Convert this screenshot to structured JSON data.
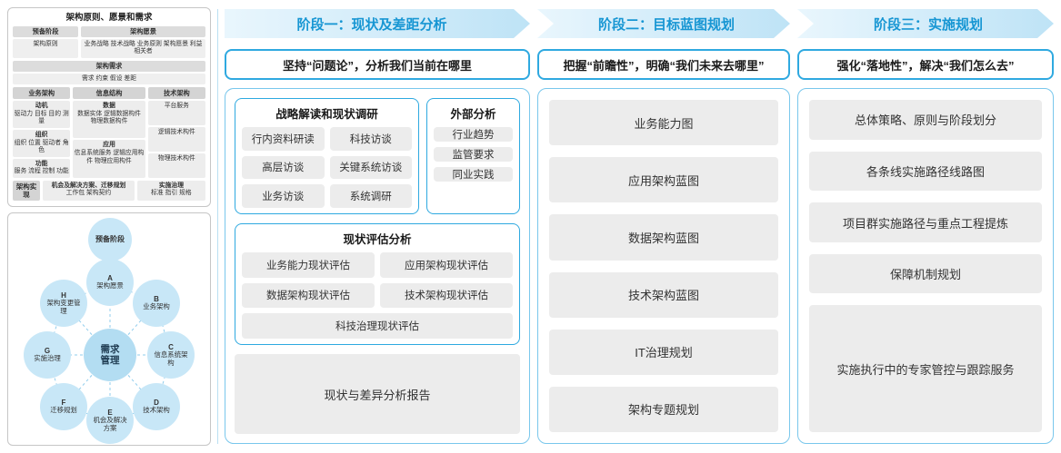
{
  "left_panel": {
    "model": {
      "title": "架构原则、愿景和需求",
      "prep": {
        "title": "预备阶段",
        "item": "架构原则"
      },
      "vision": {
        "title": "架构愿景",
        "item": "业务战略 技术战略 业务原则 架构愿景 利益相关者"
      },
      "requirements": {
        "title": "架构需求",
        "item": "需求 约束 假设 差距"
      },
      "columns": [
        {
          "header": "业务架构",
          "groups": [
            {
              "title": "动机",
              "text": "驱动力 目标 目的 测量"
            },
            {
              "title": "组织",
              "text": "组织 位置 驱动者 角色"
            },
            {
              "title": "功能",
              "text": "服务 流程 控制 功能"
            }
          ]
        },
        {
          "header": "信息结构",
          "groups": [
            {
              "title": "数据",
              "text": "数据实体 逻辑数据构件 物理数据构件"
            },
            {
              "title": "应用",
              "text": "信息系统服务 逻辑应用构件 物理应用构件"
            }
          ]
        },
        {
          "header": "技术架构",
          "items": [
            "平台服务",
            "逻辑技术构件",
            "物理技术构件"
          ]
        }
      ],
      "implementation": {
        "label": "架构实现",
        "boxes": [
          {
            "title": "机会及解决方案、迁移规划",
            "text": "工作包 架构契约"
          },
          {
            "title": "实施治理",
            "text": "标准 指引 规格"
          }
        ]
      }
    },
    "cycle": {
      "prep": "预备阶段",
      "center": "需求管理",
      "nodes": [
        {
          "id": "A",
          "label": "架构愿景"
        },
        {
          "id": "B",
          "label": "业务架构"
        },
        {
          "id": "C",
          "label": "信息系统架构"
        },
        {
          "id": "D",
          "label": "技术架构"
        },
        {
          "id": "E",
          "label": "机会及解决方案"
        },
        {
          "id": "F",
          "label": "迁移规划"
        },
        {
          "id": "G",
          "label": "实施治理"
        },
        {
          "id": "H",
          "label": "架构变更管理"
        }
      ]
    }
  },
  "phases": [
    {
      "header": "阶段一：现状及差距分析",
      "subtitle": "坚持“问题论”，分析我们当前在哪里"
    },
    {
      "header": "阶段二：目标蓝图规划",
      "subtitle": "把握“前瞻性”，明确“我们未来去哪里”",
      "items": [
        "业务能力图",
        "应用架构蓝图",
        "数据架构蓝图",
        "技术架构蓝图",
        "IT治理规划",
        "架构专题规划"
      ]
    },
    {
      "header": "阶段三：实施规划",
      "subtitle": "强化“落地性”，解决“我们怎么去”",
      "items": [
        "总体策略、原则与阶段划分",
        "各条线实施路径线路图",
        "项目群实施路径与重点工程提炼",
        "保障机制规划",
        "实施执行中的专家管控与跟踪服务"
      ]
    }
  ],
  "phase1": {
    "research": {
      "title": "战略解读和现状调研",
      "items": [
        "行内资料研读",
        "科技访谈",
        "高层访谈",
        "关键系统访谈",
        "业务访谈",
        "系统调研"
      ]
    },
    "external": {
      "title": "外部分析",
      "items": [
        "行业趋势",
        "监管要求",
        "同业实践"
      ]
    },
    "assessment": {
      "title": "现状评估分析",
      "items": [
        "业务能力现状评估",
        "应用架构现状评估",
        "数据架构现状评估",
        "技术架构现状评估",
        "科技治理现状评估"
      ]
    },
    "report": "现状与差异分析报告"
  }
}
